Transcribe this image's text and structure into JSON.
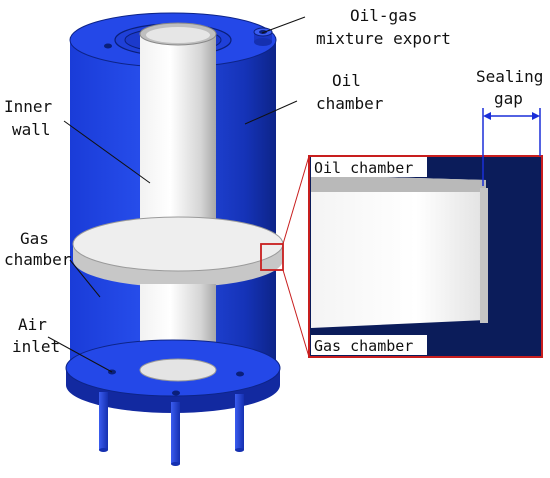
{
  "labels": {
    "oil_gas_export": [
      "Oil-gas",
      "mixture export"
    ],
    "oil_chamber": [
      "Oil",
      "chamber"
    ],
    "inner_wall": [
      "Inner",
      "wall"
    ],
    "gas_chamber": [
      "Gas",
      "chamber"
    ],
    "air_inlet": [
      "Air",
      "inlet"
    ],
    "sealing_gap": [
      "Sealing",
      "gap"
    ]
  },
  "inset": {
    "top_label": "Oil chamber",
    "bottom_label": "Gas chamber"
  },
  "colors": {
    "cylinder_blue": "#1f44e6",
    "dark_blue": "#0b1c5a",
    "gray_part": "#dcdcdc",
    "highlight_red": "#c81e1e",
    "arrow_blue": "#1a2ed8"
  }
}
